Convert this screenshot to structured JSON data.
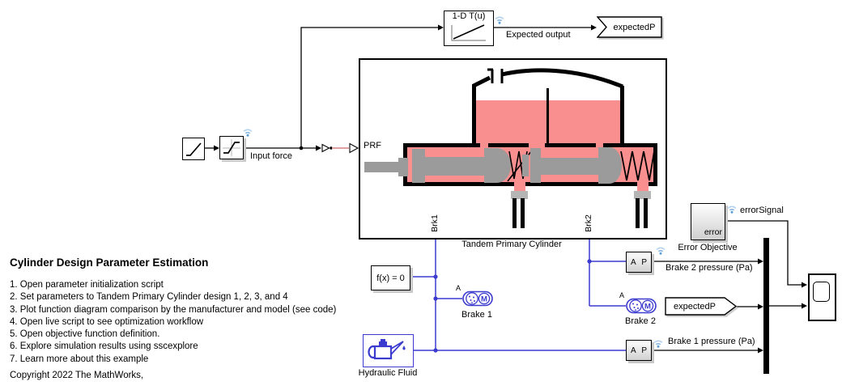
{
  "blocks": {
    "lookup": {
      "label": "1-D T(u)"
    },
    "goto_expectedP": {
      "label": "expectedP"
    },
    "from_expectedP": {
      "label": "expectedP"
    },
    "subsystem": {
      "label": "Tandem Primary Cylinder",
      "port_prf": "PRF",
      "port_brk1": "Brk1",
      "port_brk2": "Brk2"
    },
    "solver": {
      "label": "f(x) = 0"
    },
    "hydraulic_fluid": {
      "label": "Hydraulic Fluid"
    },
    "brake1": {
      "label": "Brake 1",
      "port": "A",
      "icon_letter": "M"
    },
    "brake2": {
      "label": "Brake 2",
      "port": "A",
      "icon_letter": "M"
    },
    "sensor_brake2": {
      "port_a": "A",
      "port_p": "P"
    },
    "sensor_brake1": {
      "port_a": "A",
      "port_p": "P"
    },
    "error_objective": {
      "icon_text": "error",
      "label": "Error Objective"
    }
  },
  "signals": {
    "input_force": "Input force",
    "expected_output": "Expected output",
    "error_signal": "errorSignal",
    "brake2_pressure": "Brake 2 pressure (Pa)",
    "brake1_pressure": "Brake 1 pressure (Pa)"
  },
  "annotation": {
    "title": "Cylinder Design Parameter Estimation",
    "items": [
      "1. Open parameter initialization script",
      "2. Set parameters to Tandem Primary Cylinder design 1, 2, 3, and 4",
      "3. Plot function diagram comparison by the manufacturer and model (see code)",
      "4. Open live script to see optimization workflow",
      "5. Open objective function definition.",
      "6. Explore simulation results using sscexplore",
      "7. Learn more about this example"
    ],
    "copyright": "Copyright 2022 The MathWorks,"
  },
  "colors": {
    "physical_line": "#3b3bd0",
    "signal_line": "#000000",
    "physical_signal_line": "#dd9f9f",
    "fluid_pink": "#f98f8f",
    "piston_gray": "#9b9b9b",
    "pipe_collar_gray": "#b5b5b5",
    "logging_badge_blue": "#7fb0e0",
    "block_gradient_gray": "#d0d0d0"
  }
}
